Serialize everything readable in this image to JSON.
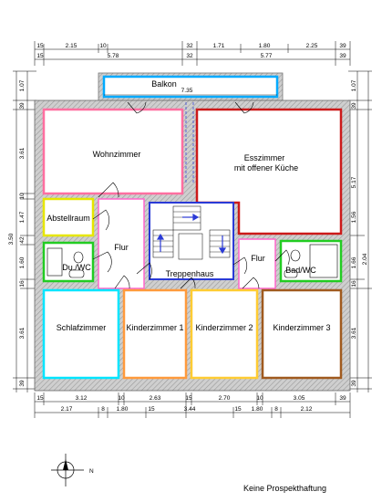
{
  "rooms": {
    "wohnzimmer": "Wohnzimmer",
    "esszimmer_1": "Esszimmer",
    "esszimmer_2": "mit offener Küche",
    "abstellraum": "Abstellraum",
    "du_wc": "Du./WC",
    "flur_left": "Flur",
    "treppenhaus": "Treppenhaus",
    "flur_right": "Flur",
    "bad_wc": "Bad/WC",
    "schlafzimmer": "Schlafzimmer",
    "kinderzimmer_1": "Kinderzimmer 1",
    "kinderzimmer_2": "Kinderzimmer 2",
    "kinderzimmer_3": "Kinderzimmer 3",
    "balkon": "Balkon",
    "balkon_width": "7.35"
  },
  "dims": {
    "top_row1": [
      "15",
      "2.15",
      "10",
      "32",
      "1.71",
      "1.80",
      "2.25",
      "39"
    ],
    "top_row2": [
      "15",
      "5.78",
      "32",
      "5.77",
      "39"
    ],
    "bottom_row1": [
      "15",
      "3.12",
      "10",
      "2.63",
      "15",
      "2.70",
      "10",
      "3.05",
      "39"
    ],
    "bottom_row2": [
      "2.17",
      "8",
      "1.80",
      "15",
      "3.44",
      "15",
      "1.80",
      "8",
      "2.12"
    ],
    "left": [
      "1.07",
      "39",
      "3.61",
      "10",
      "1.47",
      "42",
      "3.50",
      "1.60",
      "16",
      "3.61",
      "39"
    ],
    "right": [
      "1.07",
      "39",
      "5.17",
      "1.56",
      "2.04",
      "1.66",
      "16",
      "3.61",
      "39"
    ]
  },
  "compass_label": "N",
  "disclaimer": "Keine Prospekthaftung",
  "colors": {
    "wall": "#9a9a9a",
    "wohnzimmer": "#ff6fa0",
    "esszimmer": "#cc1a1a",
    "abstellraum": "#e6e600",
    "bath": "#22cc22",
    "schlafzimmer": "#00e5ff",
    "kinderzimmer_1": "#ff9a3c",
    "kinderzimmer_2": "#ffcc33",
    "kinderzimmer_3": "#a05a1e",
    "flur": "#ff66cc",
    "treppenhaus": "#2a3ad6",
    "balkon": "#00aaff"
  }
}
